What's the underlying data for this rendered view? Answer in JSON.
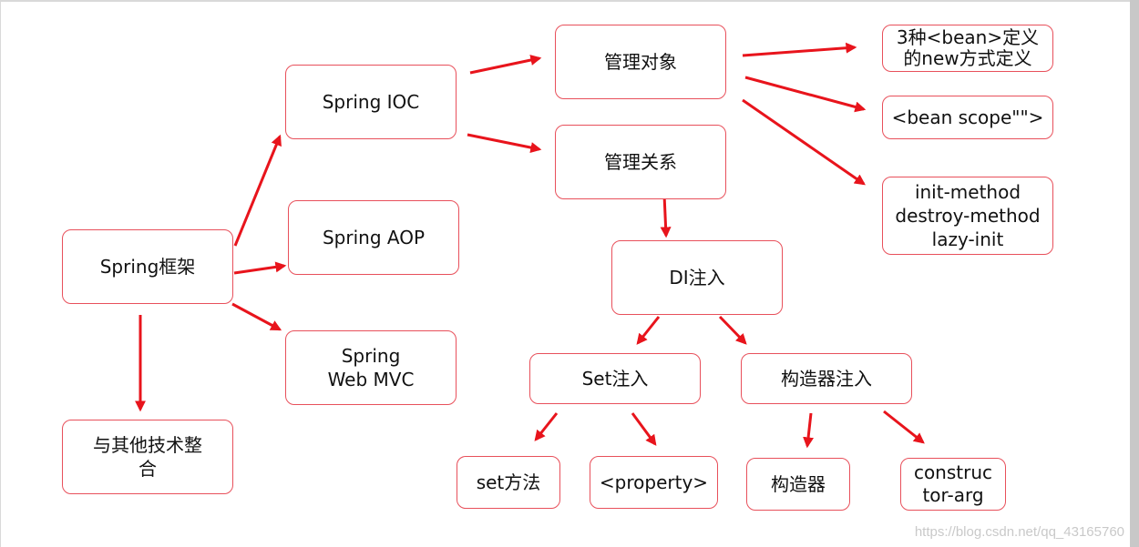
{
  "nodes": {
    "spring_framework": "Spring框架",
    "spring_ioc": "Spring IOC",
    "spring_aop": "Spring AOP",
    "spring_web_mvc": "Spring\nWeb MVC",
    "integration": "与其他技术整\n合",
    "manage_objects": "管理对象",
    "manage_relations": "管理关系",
    "bean_definition": "3种<bean>定义\n的new方式定义",
    "bean_scope": "<bean scope\"\">",
    "lifecycle_attrs": "init-method\ndestroy-method\nlazy-init",
    "di_injection": "DI注入",
    "set_injection": "Set注入",
    "constructor_injection": "构造器注入",
    "set_method": "set方法",
    "property_tag": "<property>",
    "constructor": "构造器",
    "constructor_arg": "construc\ntor-arg"
  },
  "watermark": "https://blog.csdn.net/qq_43165760",
  "colors": {
    "arrow": "#e8141c",
    "border": "#e8505b"
  }
}
